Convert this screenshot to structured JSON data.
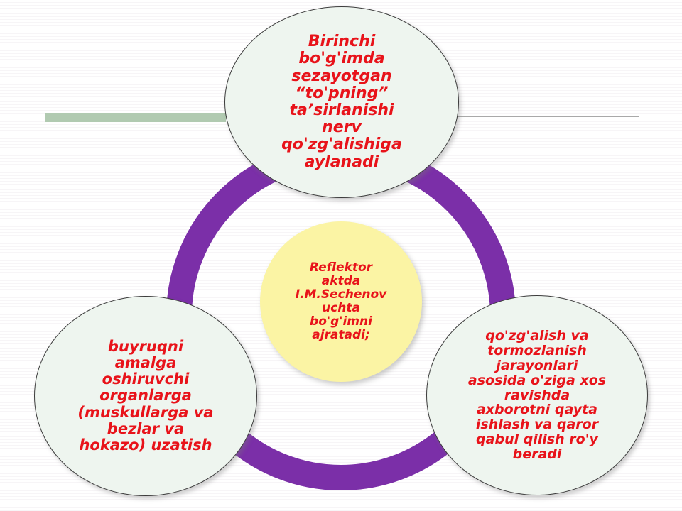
{
  "diagram": {
    "type": "three-node-cycle",
    "title_text": "Reflektor aktda I.M.Sechenov uchta bo'g'imni ajratadi;",
    "colors": {
      "ring": "#7B2FA8",
      "node_fill": "#EEF5EF",
      "center_fill": "#FBF4A4",
      "text": "#E8131A",
      "deco_bar": "#B1CAB1",
      "deco_line": "#A9A9A9",
      "background": "#FFFFFF"
    },
    "center": {
      "id": "center-node",
      "text": "Reflektor\naktda\nI.M.Sechenov\nuchta\nbo'g'imni\najratadi;"
    },
    "nodes": [
      {
        "id": "node-top",
        "position": "top",
        "text": "Birinchi\nbo'g'imda\nsezayotgan\n“to'pning”\nta’sirlanishi\nnerv\nqo'zg'alishiga\naylanadi"
      },
      {
        "id": "node-right",
        "position": "bottom-right",
        "text": "qo'zg'alish va\ntormozlanish\njarayonlari\nasosida o'ziga xos\nravishda\naxborotni qayta\nishlash va qaror\nqabul qilish ro'y\nberadi"
      },
      {
        "id": "node-left",
        "position": "bottom-left",
        "text": "buyruqni\namalga\noshiruvchi\norganlarga\n(muskullarga va\nbezlar va\nhokazo) uzatish"
      }
    ],
    "decorations": {
      "green_bar_label": "green-accent-bar",
      "thin_rule_label": "horizontal-rule",
      "ring_label": "purple-cycle-ring"
    }
  }
}
